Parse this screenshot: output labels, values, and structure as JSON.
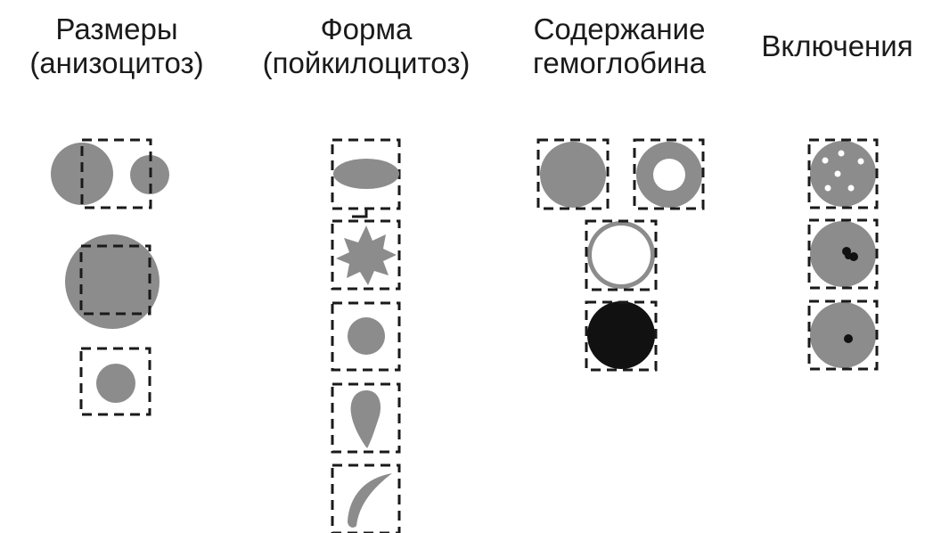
{
  "columns": [
    {
      "id": "size",
      "title_lines": [
        "Размеры",
        "(анизоцитоз)"
      ]
    },
    {
      "id": "shape",
      "title_lines": [
        "Форма",
        "(пойкилоцитоз)"
      ]
    },
    {
      "id": "hemoglobin",
      "title_lines": [
        "Содержание",
        "гемоглобина"
      ]
    },
    {
      "id": "inclusions",
      "title_lines": [
        "Включения"
      ]
    }
  ],
  "colors": {
    "cell_gray": "#8c8c8c",
    "dark": "#111111",
    "frame": "#1a1a1a",
    "background": "#ffffff"
  }
}
